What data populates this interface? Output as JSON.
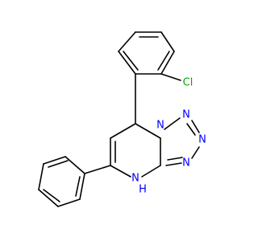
{
  "molecule": {
    "atoms": [
      {
        "label": "Cl",
        "color": "#00aa00"
      },
      {
        "label": "N",
        "color": "#0000ff"
      },
      {
        "label": "N",
        "color": "#0000ff"
      },
      {
        "label": "N",
        "color": "#0000ff"
      },
      {
        "label": "N",
        "color": "#0000ff"
      },
      {
        "label": "N",
        "color": "#0000ff"
      },
      {
        "label": "H",
        "color": "#0000ff"
      }
    ]
  }
}
